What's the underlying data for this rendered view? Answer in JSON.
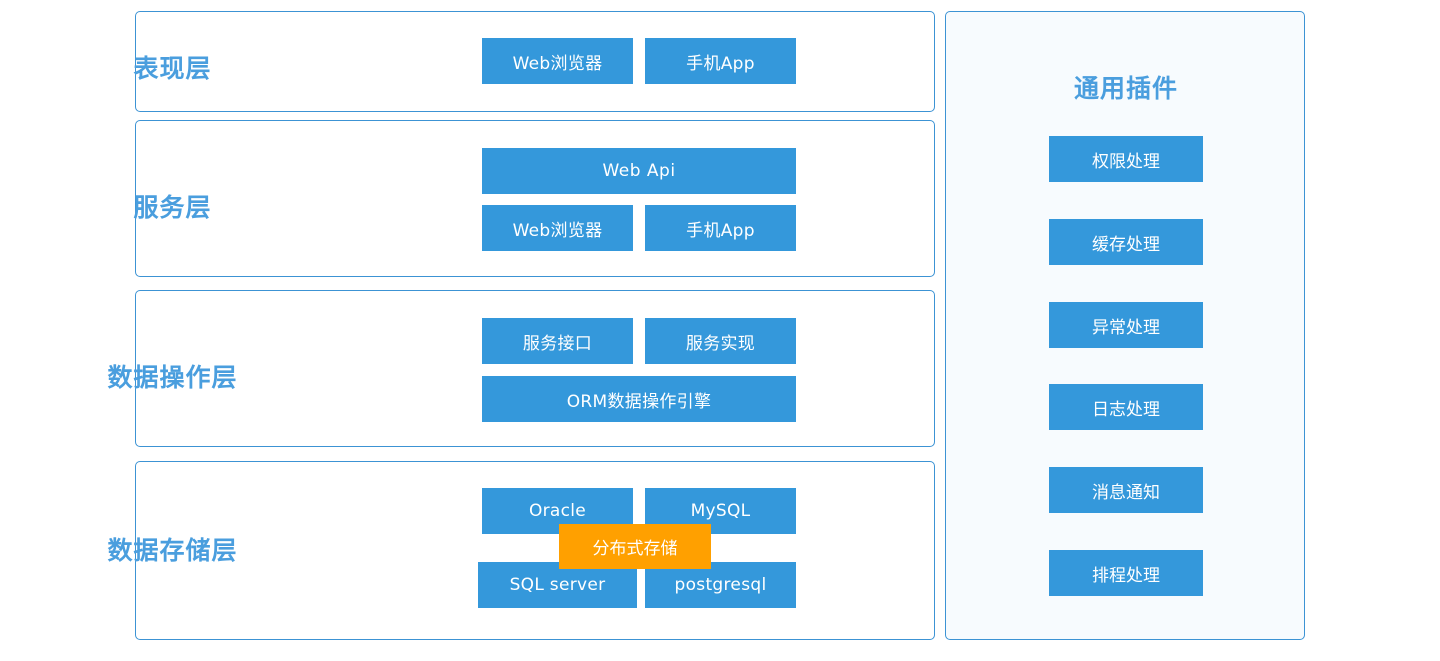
{
  "theme": {
    "node_blue": "#3498db",
    "node_orange": "#ffa000",
    "border_blue": "#3c93d4",
    "label_blue": "#4a9ede",
    "panel_bg": "#f7fbfe",
    "page_bg": "#ffffff"
  },
  "layers": [
    {
      "id": "presentation",
      "label": "表现层",
      "nodes": [
        {
          "id": "web-browser",
          "label": "Web浏览器"
        },
        {
          "id": "mobile-app",
          "label": "手机App"
        }
      ]
    },
    {
      "id": "service",
      "label": "服务层",
      "nodes": [
        {
          "id": "web-api",
          "label": "Web  Api"
        },
        {
          "id": "web-browser",
          "label": "Web浏览器"
        },
        {
          "id": "mobile-app",
          "label": "手机App"
        }
      ]
    },
    {
      "id": "data-operation",
      "label": "数据操作层",
      "nodes": [
        {
          "id": "service-interface",
          "label": "服务接口"
        },
        {
          "id": "service-implementation",
          "label": "服务实现"
        },
        {
          "id": "orm-engine",
          "label": "ORM数据操作引擎"
        }
      ]
    },
    {
      "id": "data-storage",
      "label": "数据存储层",
      "nodes": [
        {
          "id": "oracle",
          "label": "Oracle"
        },
        {
          "id": "mysql",
          "label": "MySQL"
        },
        {
          "id": "sql-server",
          "label": "SQL server"
        },
        {
          "id": "postgresql",
          "label": "postgresql"
        },
        {
          "id": "distributed-storage",
          "label": "分布式存储"
        }
      ]
    }
  ],
  "plugin_panel": {
    "title": "通用插件",
    "items": [
      {
        "id": "permission",
        "label": "权限处理"
      },
      {
        "id": "cache",
        "label": "缓存处理"
      },
      {
        "id": "exception",
        "label": "异常处理"
      },
      {
        "id": "log",
        "label": "日志处理"
      },
      {
        "id": "message-notify",
        "label": "消息通知"
      },
      {
        "id": "schedule",
        "label": "排程处理"
      }
    ]
  }
}
